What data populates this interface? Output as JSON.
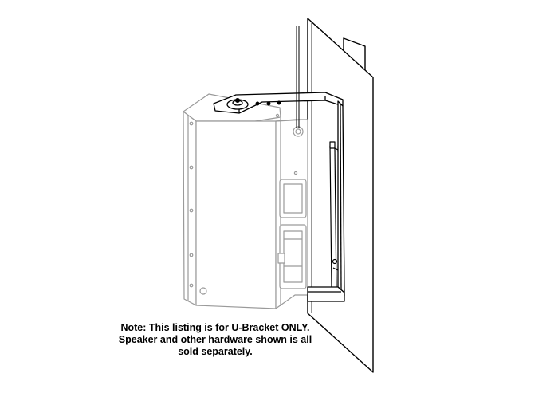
{
  "note": {
    "line1": "Note: This listing is for U-Bracket ONLY.",
    "line2": "Speaker and other hardware shown is all",
    "line3": "sold separately."
  },
  "colors": {
    "speaker_stroke": "#9a9a9a",
    "bracket_stroke": "#000000",
    "wall_stroke": "#000000",
    "text": "#000000"
  }
}
